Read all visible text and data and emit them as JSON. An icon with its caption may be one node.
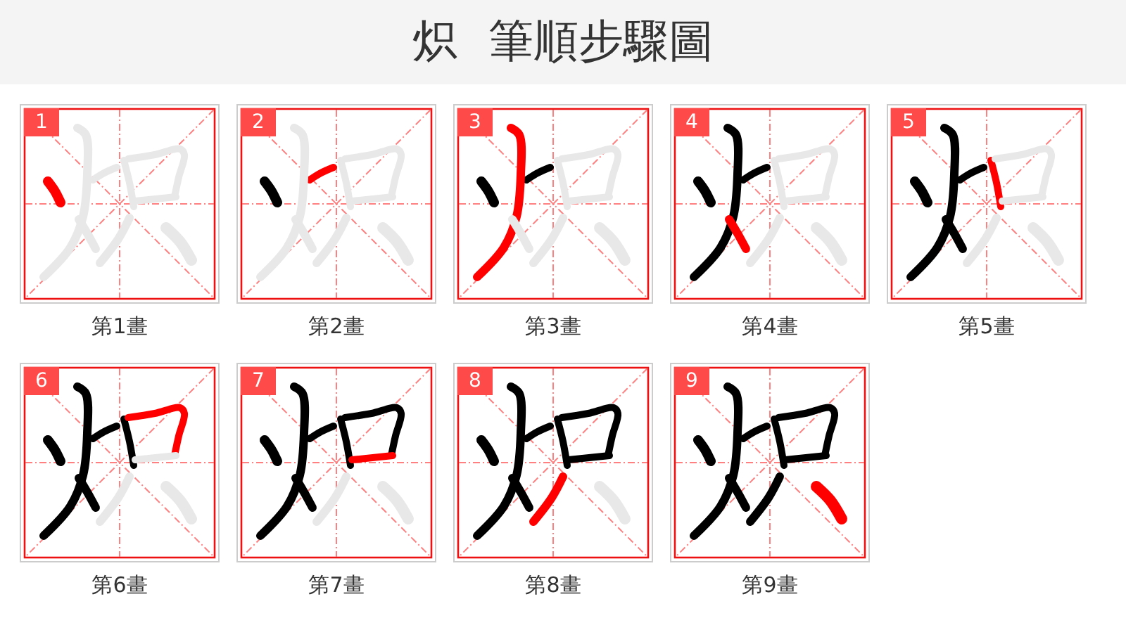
{
  "diagram": {
    "title": "炽 筆順步驟圖",
    "nodes": [
      {
        "text": [
          "1"
        ],
        "beside": [
          "第1畫"
        ]
      },
      {
        "text": [
          "2"
        ],
        "beside": [
          "第2畫"
        ]
      },
      {
        "text": [
          "3"
        ],
        "beside": [
          "第3畫"
        ]
      },
      {
        "text": [
          "4"
        ],
        "beside": [
          "第4畫"
        ]
      },
      {
        "text": [
          "5"
        ],
        "beside": [
          "第5畫"
        ]
      },
      {
        "text": [
          "6"
        ],
        "beside": [
          "第6畫"
        ]
      },
      {
        "text": [
          "7"
        ],
        "beside": [
          "第7畫"
        ]
      },
      {
        "text": [
          "8"
        ],
        "beside": [
          "第8畫"
        ]
      },
      {
        "text": [
          "9"
        ],
        "beside": [
          "第9畫"
        ]
      }
    ]
  }
}
